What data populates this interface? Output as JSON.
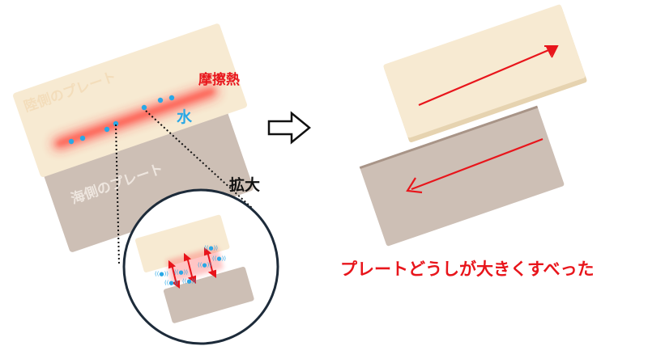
{
  "labels": {
    "land_plate": "陸側のプレート",
    "sea_plate": "海側のプレート",
    "friction_heat": "摩擦熱",
    "water": "水",
    "magnify": "拡大",
    "caption": "プレートどうしが大きくすべった"
  },
  "colors": {
    "land_plate": "#f7ead2",
    "land_plate_edge": "#e6d3b0",
    "sea_plate": "#cdbfb5",
    "sea_plate_edge": "#a89487",
    "friction": "#ff2a2a",
    "water": "#2aa8e6",
    "arrow": "#e8151b",
    "caption": "#e8151b",
    "circle": "#1d2b3a"
  },
  "icons": {
    "transition_arrow": "outline-right-arrow",
    "water_drop": "water-droplet-icon"
  }
}
